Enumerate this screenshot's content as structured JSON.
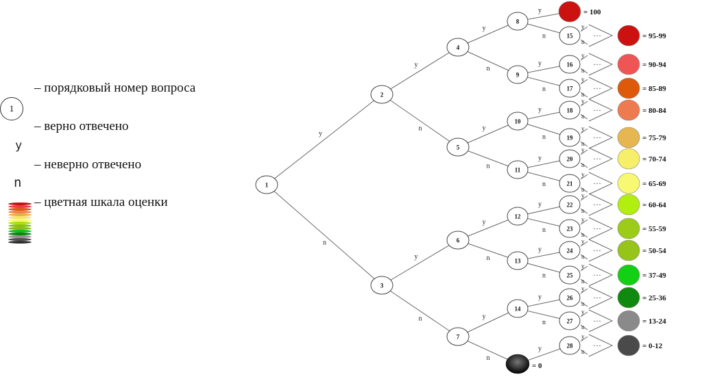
{
  "legend": {
    "node_symbol": "1",
    "node_text": "– порядковый номер вопроса",
    "yes_symbol": "y",
    "yes_text": "–  верно отвечено",
    "no_symbol": "n",
    "no_text": "–  неверно отвечено",
    "scale_text": "– цветная шкала оценки",
    "scale_colors": [
      "#c81010",
      "#e84040",
      "#e05a10",
      "#f08050",
      "#e6b34a",
      "#f5e66a",
      "#f8f870",
      "#a8e010",
      "#8ac010",
      "#90b820",
      "#10c010",
      "#108010",
      "#909090",
      "#505050",
      "#303030"
    ]
  },
  "tree": {
    "nodes": [
      "1",
      "2",
      "3",
      "4",
      "5",
      "6",
      "7",
      "8",
      "9",
      "10",
      "11",
      "12",
      "13",
      "14",
      "15",
      "16",
      "17",
      "18",
      "19",
      "20",
      "21",
      "22",
      "23",
      "24",
      "25",
      "26",
      "27",
      "28"
    ],
    "yes_label": "y",
    "no_label": "n",
    "ellipsis": "···",
    "top_result": {
      "label": "= 100",
      "color": "#cc1111"
    },
    "bottom_result": {
      "label": "= 0",
      "color": "#111111"
    },
    "results": [
      {
        "label": "= 95-99",
        "color": "#cc1111"
      },
      {
        "label": "= 90-94",
        "color": "#f05555"
      },
      {
        "label": "= 85-89",
        "color": "#dd5a0a"
      },
      {
        "label": "= 80-84",
        "color": "#ee7a50"
      },
      {
        "label": "= 75-79",
        "color": "#e6b650"
      },
      {
        "label": "= 70-74",
        "color": "#f7ee6a"
      },
      {
        "label": "= 65-69",
        "color": "#f8f872"
      },
      {
        "label": "= 60-64",
        "color": "#b2ee10"
      },
      {
        "label": "= 55-59",
        "color": "#9ccc18"
      },
      {
        "label": "= 50-54",
        "color": "#96c418"
      },
      {
        "label": "= 37-49",
        "color": "#14d014"
      },
      {
        "label": "= 25-36",
        "color": "#0f8a0f"
      },
      {
        "label": "= 13-24",
        "color": "#8a8a8a"
      },
      {
        "label": "= 0-12",
        "color": "#4a4a4a"
      }
    ]
  }
}
